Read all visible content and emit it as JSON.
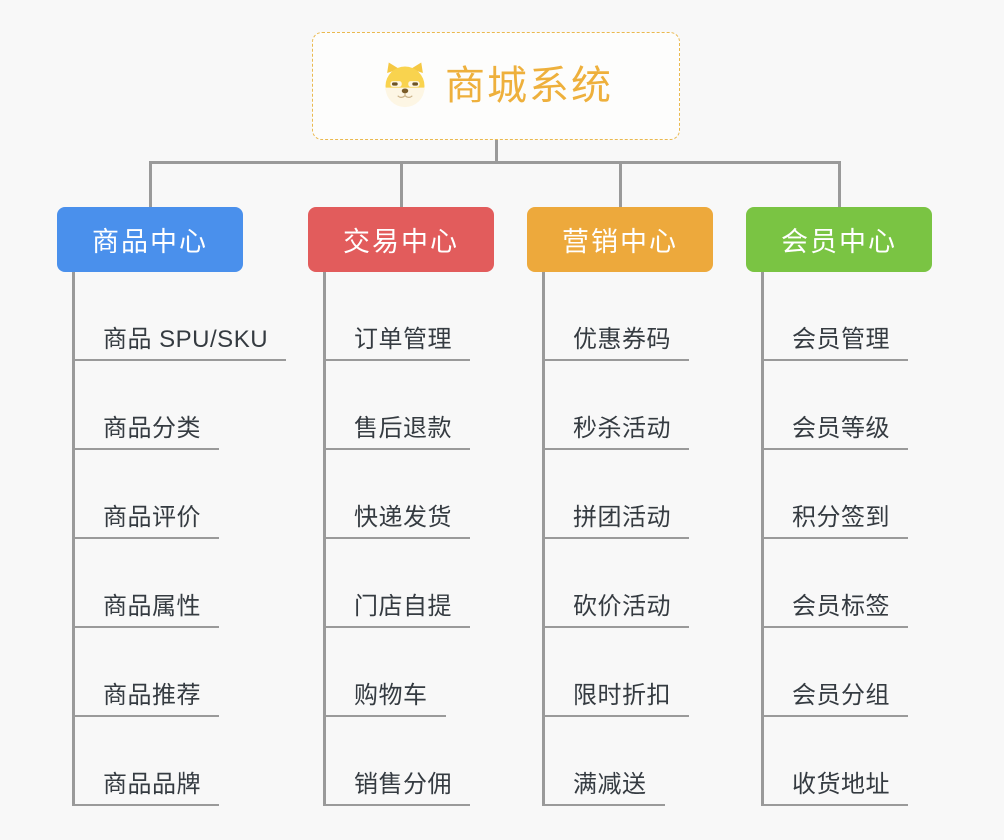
{
  "background_color": "#f8f8f8",
  "root": {
    "title": "商城系统",
    "icon": "shiba-dog-face-icon",
    "text_color": "#eeb03c",
    "border_color": "#eab94f",
    "background_color": "#fdfdfc"
  },
  "line_color": "#9a9a9a",
  "leaf_text_color": "#353b41",
  "branches": [
    {
      "title": "商品中心",
      "color": "#4a90ec",
      "items": [
        "商品 SPU/SKU",
        "商品分类",
        "商品评价",
        "商品属性",
        "商品推荐",
        "商品品牌"
      ]
    },
    {
      "title": "交易中心",
      "color": "#e25c5c",
      "items": [
        "订单管理",
        "售后退款",
        "快递发货",
        "门店自提",
        "购物车",
        "销售分佣"
      ]
    },
    {
      "title": "营销中心",
      "color": "#eda93c",
      "items": [
        "优惠券码",
        "秒杀活动",
        "拼团活动",
        "砍价活动",
        "限时折扣",
        "满减送"
      ]
    },
    {
      "title": "会员中心",
      "color": "#7ac443",
      "items": [
        "会员管理",
        "会员等级",
        "积分签到",
        "会员标签",
        "会员分组",
        "收货地址"
      ]
    }
  ]
}
